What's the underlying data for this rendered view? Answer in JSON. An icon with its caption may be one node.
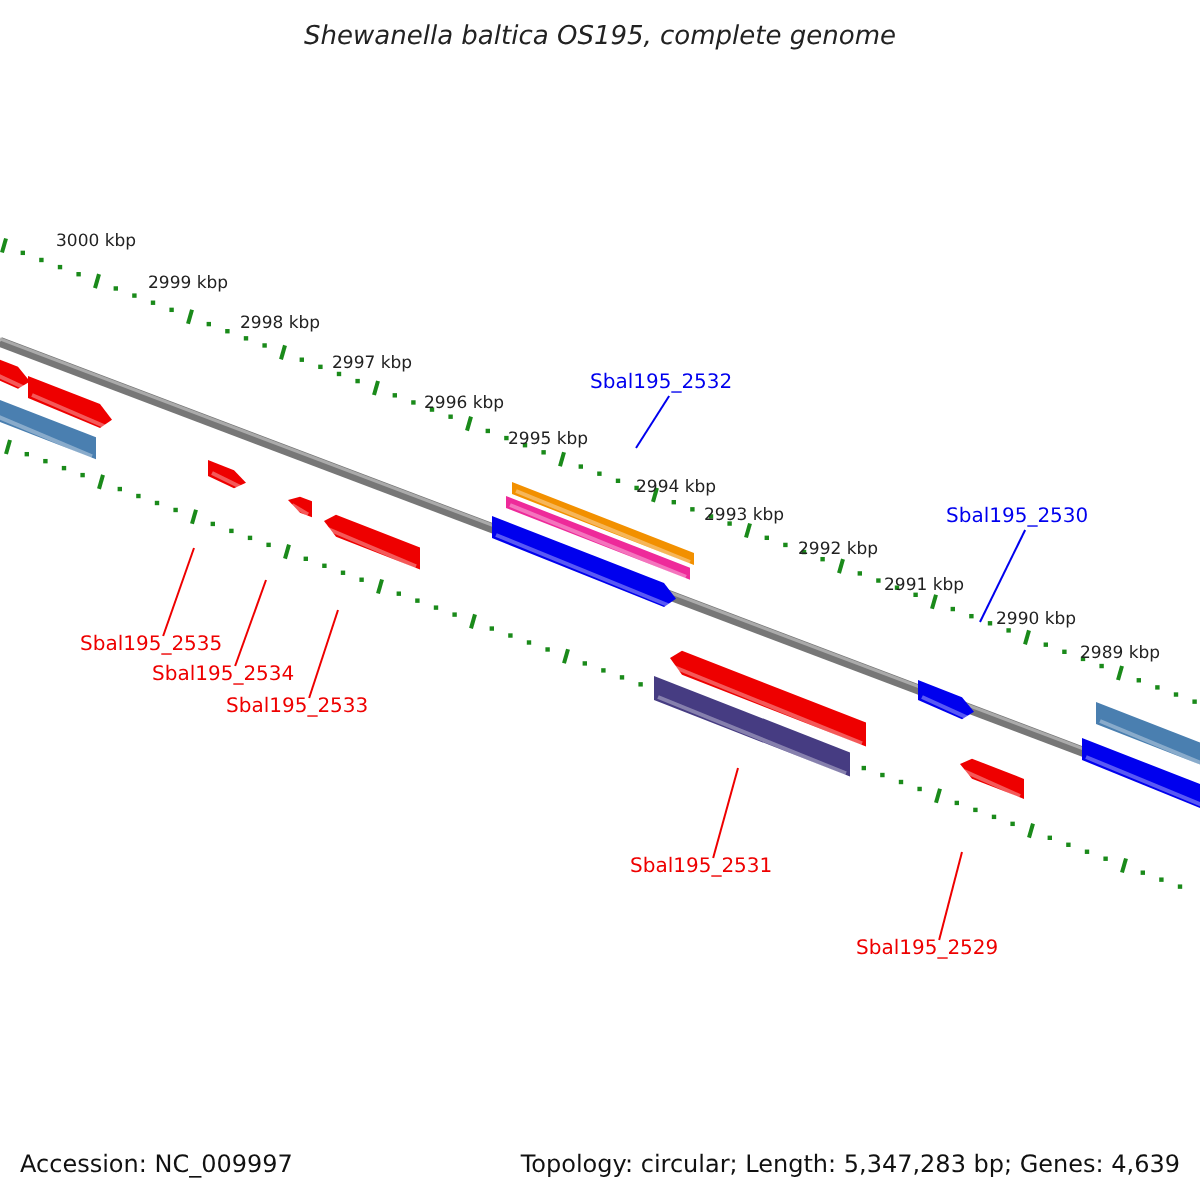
{
  "diagram": {
    "title": "Shewanella baltica OS195, complete genome",
    "nodes": [
      {
        "text": [
          "Sbal195_2532"
        ]
      },
      {
        "text": [
          "Sbal195_2530"
        ]
      },
      {
        "text": [
          "Sbal195_2535"
        ]
      },
      {
        "text": [
          "Sbal195_2534"
        ]
      },
      {
        "text": [
          "Sbal195_2533"
        ]
      },
      {
        "text": [
          "Sbal195_2531"
        ]
      },
      {
        "text": [
          "Sbal195_2529"
        ]
      }
    ],
    "edges": [
      {
        "from": 0,
        "to": null,
        "arrow": "none",
        "color": "#0000ee"
      },
      {
        "from": 1,
        "to": null,
        "arrow": "none",
        "color": "#0000ee"
      },
      {
        "from": 2,
        "to": null,
        "arrow": "none"
      },
      {
        "from": 3,
        "to": null,
        "arrow": "none"
      },
      {
        "from": 4,
        "to": null,
        "arrow": "none"
      },
      {
        "from": 5,
        "to": null,
        "arrow": "none"
      },
      {
        "from": 6,
        "to": null,
        "arrow": "none"
      }
    ],
    "labels": [
      "3000 kbp",
      "2999 kbp",
      "2998 kbp",
      "2997 kbp",
      "2996 kbp",
      "2995 kbp",
      "2994 kbp",
      "2993 kbp",
      "2992 kbp",
      "2991 kbp",
      "2990 kbp",
      "2989 kbp",
      "Accession: NC_009997",
      "Topology: circular; Length: 5,347,283 bp; Genes: 4,639"
    ]
  }
}
